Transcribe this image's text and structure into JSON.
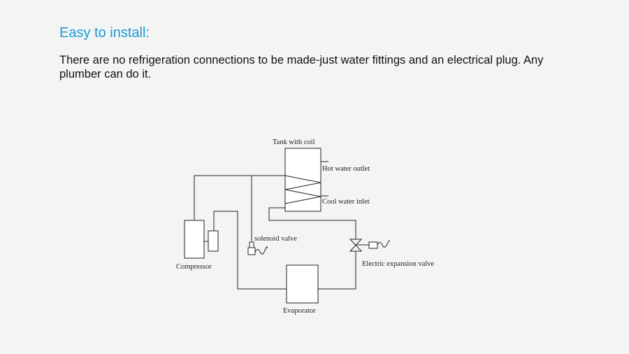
{
  "slide": {
    "title": "Easy to install:",
    "body": "There are no refrigeration connections to be made-just water fittings and an electrical plug. Any plumber can do it."
  },
  "diagram": {
    "labels": {
      "tank": "Tank with coil",
      "hot_water": "Hot water outlet",
      "cool_water": "Cool water inlet",
      "solenoid": "solenoid valve",
      "compressor": "Compressor",
      "expansion_valve": "Electric expansion valve",
      "evaporator": "Evaporator"
    }
  },
  "colors": {
    "title": "#1a9ad6",
    "background": "#f4f4f4",
    "line": "#222222"
  }
}
